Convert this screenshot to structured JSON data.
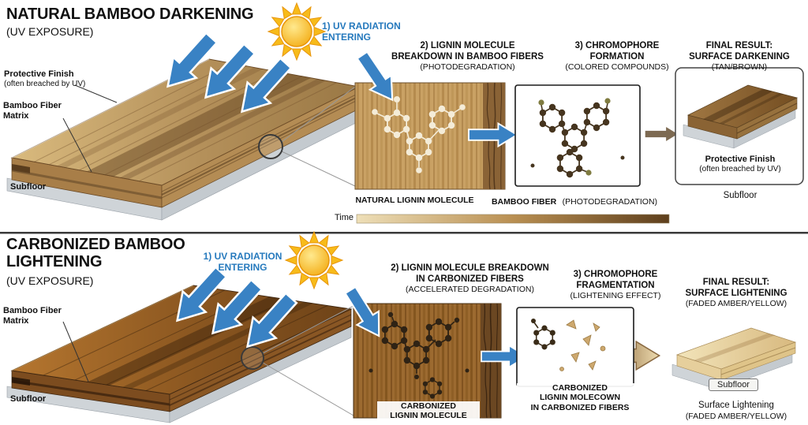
{
  "colors": {
    "uv_blue": "#3982c4",
    "natural_wood": "#c9a164",
    "carbonized_wood": "#8a5724",
    "subfloor_gray": "#cfd4d8",
    "sun_yellow": "#f7bb1a"
  },
  "top": {
    "title": "NATURAL BAMBOO DARKENING",
    "subtitle": "(UV EXPOSURE)",
    "protective_finish": "Protective Finish",
    "protective_finish_sub": "(often breached by UV)",
    "fiber_matrix": "Bamboo Fiber Matrix",
    "subfloor": "Subfloor",
    "step1": "1) UV RADIATION\nENTERING",
    "step2_title": "2) LIGNIN MOLECULE BREAKDOWN IN BAMBOO FIBERS",
    "step2_sub": "(PHOTODEGRADATION)",
    "step3_title": "3) CHROMOPHORE FORMATION",
    "step3_sub": "(COLORED COMPOUNDS)",
    "final_title": "FINAL RESULT:",
    "final_line2": "SURFACE DARKENING",
    "final_sub": "(TAN/BROWN)",
    "lignin_label": "NATURAL LIGNIN MOLECULE",
    "fiber_label": "BAMBOO FIBER",
    "fiber_label_sub": "(PHOTODEGRADATION)",
    "result_finish": "Protective Finish",
    "result_finish_sub": "(often breached by UV)",
    "result_subfloor": "Subfloor",
    "time_label": "Time"
  },
  "bottom": {
    "title": "CARBONIZED BAMBOO\nLIGHTENING",
    "subtitle": "(UV EXPOSURE)",
    "step1": "1) UV RADIATION\nENTERING",
    "fiber_matrix": "Bamboo Fiber Matrix",
    "subfloor": "Subfloor",
    "step2_title": "2) LIGNIN MOLECULE BREAKDOWN IN CARBONIZED FIBERS",
    "step2_sub": "(ACCELERATED DEGRADATION)",
    "step3_title": "3) CHROMOPHORE FRAGMENTATION",
    "step3_sub": "(LIGHTENING EFFECT)",
    "lignin_label": "CARBONIZED\nLIGNIN MOLECULE",
    "frag_label": "CARBONIZED\nLIGNIN MOLECOWN\nIN CARBONIZED FIBERS",
    "final_title": "FINAL RESULT:",
    "final_line2": "SURFACE LIGHTENING",
    "final_sub": "(FADED AMBER/YELLOW)",
    "result_subfloor": "Subfloor",
    "result_caption": "Surface Lightening",
    "result_caption_sub": "(FADED AMBER/YELLOW)"
  }
}
